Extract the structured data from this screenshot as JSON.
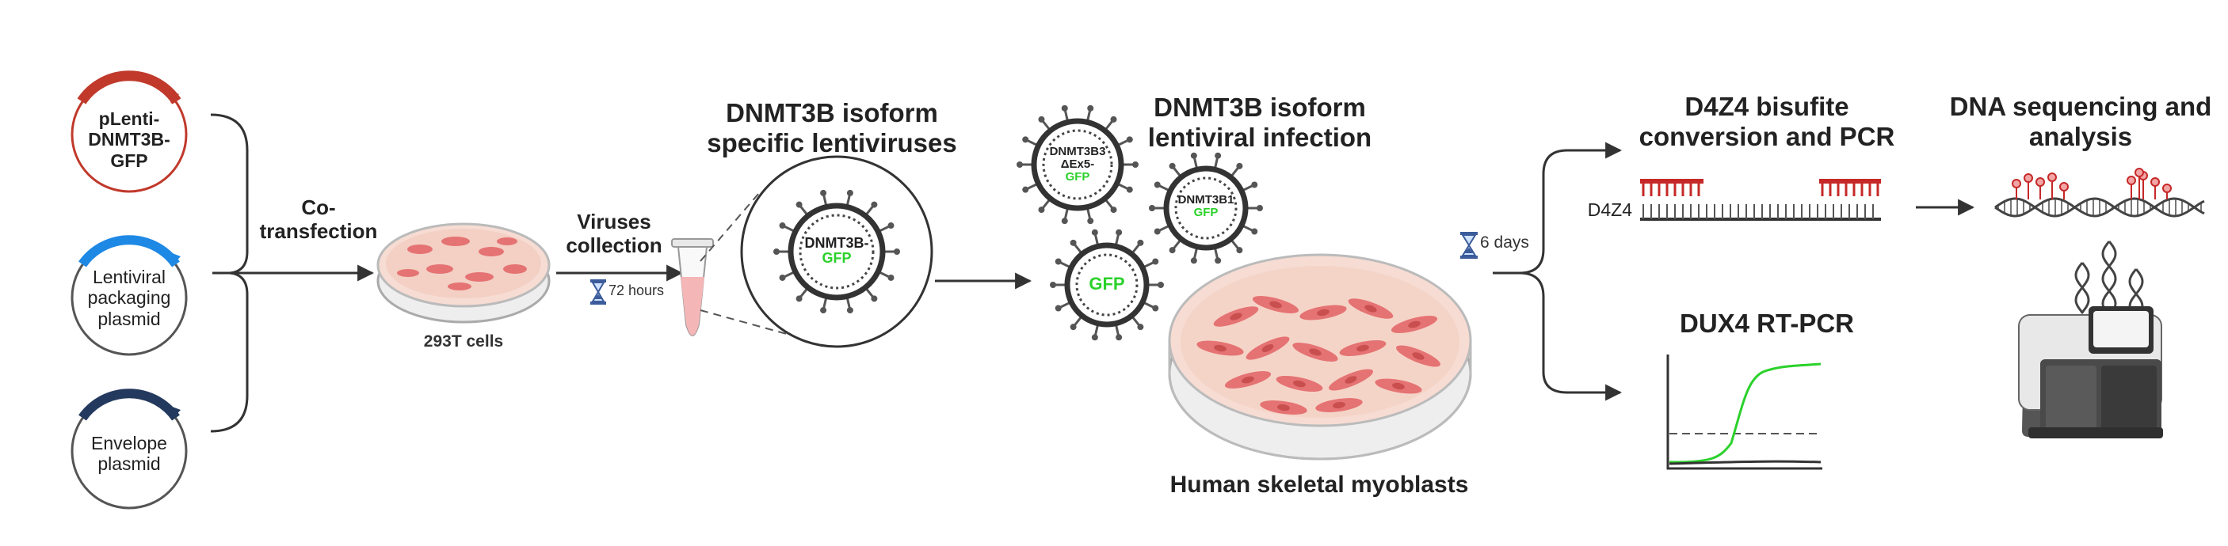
{
  "colors": {
    "plasmid_red": "#c0392b",
    "plasmid_blue": "#1e88e5",
    "plasmid_navy": "#23395d",
    "gfp_green": "#2bd12b",
    "cell_pink": "#e57373",
    "dish_fill": "#f7dcd3",
    "line_dark": "#333333",
    "probe_red": "#c62828"
  },
  "plasmids": {
    "p1": {
      "line1": "pLenti-",
      "line2": "DNMT3B-",
      "line3": "GFP"
    },
    "p2": {
      "line1": "Lentiviral",
      "line2": "packaging",
      "line3": "plasmid"
    },
    "p3": {
      "line1": "Envelope",
      "line2": "plasmid"
    }
  },
  "steps": {
    "cotransfection": {
      "line1": "Co-",
      "line2": "transfection"
    },
    "cells_293t": "293T cells",
    "viruses_collection": {
      "line1": "Viruses",
      "line2": "collection"
    },
    "hours_72": "72 hours",
    "specific_lentiviruses": {
      "line1": "DNMT3B isoform",
      "line2": "specific lentiviruses"
    },
    "lentiviral_infection": {
      "line1": "DNMT3B isoform",
      "line2": "lentiviral infection"
    },
    "myoblasts": "Human skeletal myoblasts",
    "days_6": "6 days",
    "bisulfite": {
      "line1": "D4Z4 bisufite",
      "line2": "conversion and PCR"
    },
    "d4z4": "D4Z4",
    "dux4": "DUX4 RT-PCR",
    "sequencing": {
      "line1": "DNA sequencing and",
      "line2": "analysis"
    }
  },
  "viruses": {
    "inset": {
      "line1": "DNMT3B-",
      "line2": "GFP"
    },
    "v_ex5": {
      "line1": "DNMT3B3",
      "line2": "ΔEx5-",
      "line3": "GFP"
    },
    "v_3b1": {
      "line1": "DNMT3B1",
      "line2": "GFP"
    },
    "v_gfp": {
      "line1": "GFP"
    }
  },
  "icons": [
    "hourglass-icon",
    "arrow-icon",
    "petri-dish-icon",
    "virus-icon",
    "tube-icon",
    "dna-icon",
    "sequencer-icon",
    "pcr-curve-icon"
  ]
}
